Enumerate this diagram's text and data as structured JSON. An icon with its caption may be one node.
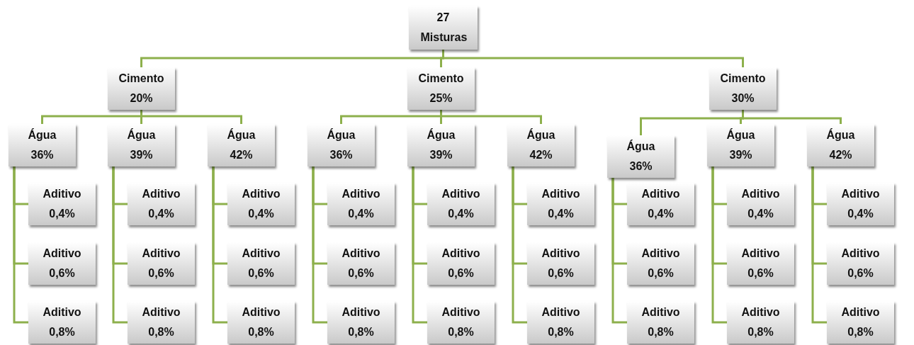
{
  "diagram": {
    "nodes": [
      {
        "text": [
          "27 Misturas"
        ]
      },
      {
        "text": [
          "Cimento 20%"
        ]
      },
      {
        "text": [
          "Cimento 25%"
        ]
      },
      {
        "text": [
          "Cimento 30%"
        ]
      },
      {
        "text": [
          "Água 36%"
        ]
      },
      {
        "text": [
          "Água 39%"
        ]
      },
      {
        "text": [
          "Água 42%"
        ]
      },
      {
        "text": [
          "Água 36%"
        ]
      },
      {
        "text": [
          "Água 39%"
        ]
      },
      {
        "text": [
          "Água 42%"
        ]
      },
      {
        "text": [
          "Água 36%"
        ]
      },
      {
        "text": [
          "Água 39%"
        ]
      },
      {
        "text": [
          "Água 42%"
        ]
      },
      {
        "text": [
          "Aditivo 0,4%"
        ]
      },
      {
        "text": [
          "Aditivo 0,6%"
        ]
      },
      {
        "text": [
          "Aditivo 0,8%"
        ]
      },
      {
        "text": [
          "Aditivo 0,4%"
        ]
      },
      {
        "text": [
          "Aditivo 0,6%"
        ]
      },
      {
        "text": [
          "Aditivo 0,8%"
        ]
      },
      {
        "text": [
          "Aditivo 0,4%"
        ]
      },
      {
        "text": [
          "Aditivo 0,6%"
        ]
      },
      {
        "text": [
          "Aditivo 0,8%"
        ]
      },
      {
        "text": [
          "Aditivo 0,4%"
        ]
      },
      {
        "text": [
          "Aditivo 0,6%"
        ]
      },
      {
        "text": [
          "Aditivo 0,8%"
        ]
      },
      {
        "text": [
          "Aditivo 0,4%"
        ]
      },
      {
        "text": [
          "Aditivo 0,6%"
        ]
      },
      {
        "text": [
          "Aditivo 0,8%"
        ]
      },
      {
        "text": [
          "Aditivo 0,4%"
        ]
      },
      {
        "text": [
          "Aditivo 0,6%"
        ]
      },
      {
        "text": [
          "Aditivo 0,8%"
        ]
      },
      {
        "text": [
          "Aditivo 0,4%"
        ]
      },
      {
        "text": [
          "Aditivo 0,6%"
        ]
      },
      {
        "text": [
          "Aditivo 0,8%"
        ]
      },
      {
        "text": [
          "Aditivo 0,4%"
        ]
      },
      {
        "text": [
          "Aditivo 0,6%"
        ]
      },
      {
        "text": [
          "Aditivo 0,8%"
        ]
      },
      {
        "text": [
          "Aditivo 0,4%"
        ]
      },
      {
        "text": [
          "Aditivo 0,6%"
        ]
      },
      {
        "text": [
          "Aditivo 0,8%"
        ]
      }
    ],
    "edges": [
      {
        "from": 0,
        "to": 1,
        "arrow": "none"
      },
      {
        "from": 0,
        "to": 2,
        "arrow": "none"
      },
      {
        "from": 0,
        "to": 3,
        "arrow": "none"
      },
      {
        "from": 1,
        "to": 4,
        "arrow": "none"
      },
      {
        "from": 1,
        "to": 5,
        "arrow": "none"
      },
      {
        "from": 1,
        "to": 6,
        "arrow": "none"
      },
      {
        "from": 2,
        "to": 7,
        "arrow": "none"
      },
      {
        "from": 2,
        "to": 8,
        "arrow": "none"
      },
      {
        "from": 2,
        "to": 9,
        "arrow": "none"
      },
      {
        "from": 3,
        "to": 10,
        "arrow": "none"
      },
      {
        "from": 3,
        "to": 11,
        "arrow": "none"
      },
      {
        "from": 3,
        "to": 12,
        "arrow": "none"
      },
      {
        "from": 4,
        "to": 13,
        "arrow": "none"
      },
      {
        "from": 4,
        "to": 14,
        "arrow": "none"
      },
      {
        "from": 4,
        "to": 15,
        "arrow": "none"
      },
      {
        "from": 5,
        "to": 16,
        "arrow": "none"
      },
      {
        "from": 5,
        "to": 17,
        "arrow": "none"
      },
      {
        "from": 5,
        "to": 18,
        "arrow": "none"
      },
      {
        "from": 6,
        "to": 19,
        "arrow": "none"
      },
      {
        "from": 6,
        "to": 20,
        "arrow": "none"
      },
      {
        "from": 6,
        "to": 21,
        "arrow": "none"
      },
      {
        "from": 7,
        "to": 22,
        "arrow": "none"
      },
      {
        "from": 7,
        "to": 23,
        "arrow": "none"
      },
      {
        "from": 7,
        "to": 24,
        "arrow": "none"
      },
      {
        "from": 8,
        "to": 25,
        "arrow": "none"
      },
      {
        "from": 8,
        "to": 26,
        "arrow": "none"
      },
      {
        "from": 8,
        "to": 27,
        "arrow": "none"
      },
      {
        "from": 9,
        "to": 28,
        "arrow": "none"
      },
      {
        "from": 9,
        "to": 29,
        "arrow": "none"
      },
      {
        "from": 9,
        "to": 30,
        "arrow": "none"
      },
      {
        "from": 10,
        "to": 31,
        "arrow": "none"
      },
      {
        "from": 10,
        "to": 32,
        "arrow": "none"
      },
      {
        "from": 10,
        "to": 33,
        "arrow": "none"
      },
      {
        "from": 11,
        "to": 34,
        "arrow": "none"
      },
      {
        "from": 11,
        "to": 35,
        "arrow": "none"
      },
      {
        "from": 11,
        "to": 36,
        "arrow": "none"
      },
      {
        "from": 12,
        "to": 37,
        "arrow": "none"
      },
      {
        "from": 12,
        "to": 38,
        "arrow": "none"
      },
      {
        "from": 12,
        "to": 39,
        "arrow": "none"
      }
    ]
  }
}
